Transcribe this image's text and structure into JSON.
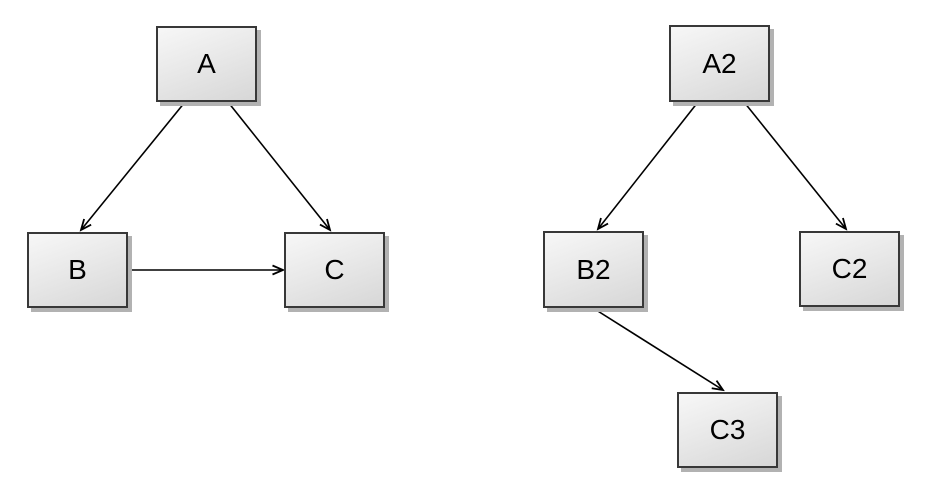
{
  "page": {
    "background_color": "#ffffff"
  },
  "styles": {
    "node_border_color": "#383838",
    "node_fill_light": "#f7f7f7",
    "node_fill_dark": "#d7d7d7",
    "node_shadow_color": "#b2b2b2",
    "edge_color": "#000000",
    "label_color": "#000000"
  },
  "diagram_left": {
    "nodes": [
      {
        "id": "A",
        "label": "A"
      },
      {
        "id": "B",
        "label": "B"
      },
      {
        "id": "C",
        "label": "C"
      }
    ],
    "edges": [
      {
        "from": "A",
        "to": "B"
      },
      {
        "from": "A",
        "to": "C"
      },
      {
        "from": "B",
        "to": "C"
      }
    ]
  },
  "diagram_right": {
    "nodes": [
      {
        "id": "A2",
        "label": "A2"
      },
      {
        "id": "B2",
        "label": "B2"
      },
      {
        "id": "C2",
        "label": "C2"
      },
      {
        "id": "C3",
        "label": "C3"
      }
    ],
    "edges": [
      {
        "from": "A2",
        "to": "B2"
      },
      {
        "from": "A2",
        "to": "C2"
      },
      {
        "from": "B2",
        "to": "C3"
      }
    ]
  }
}
